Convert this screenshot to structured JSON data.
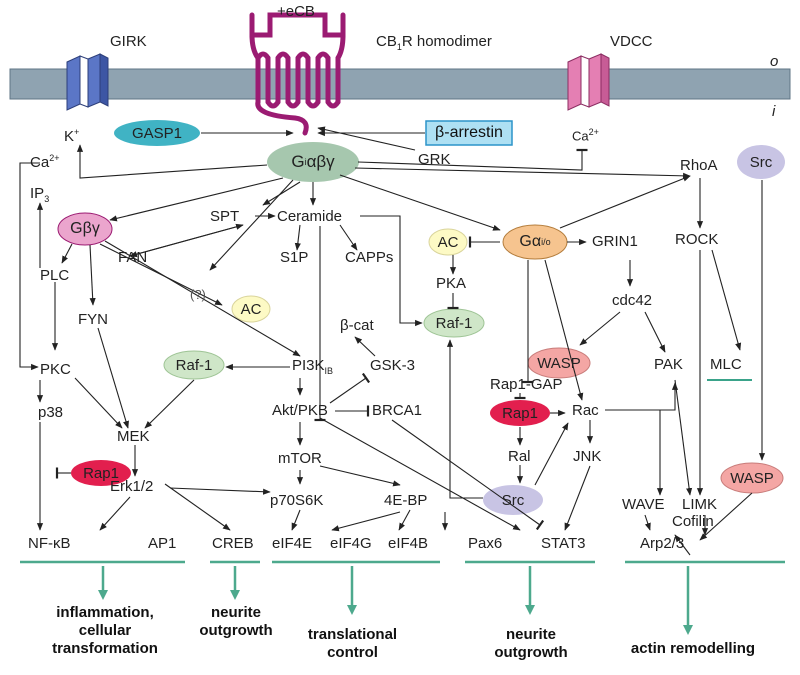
{
  "membrane": {
    "outside": "o",
    "inside": "i"
  },
  "channels": {
    "girk": "GIRK",
    "vdcc": "VDCC"
  },
  "receptor": {
    "ligand": "+eCB",
    "name_prefix": "CB",
    "name_sub": "1",
    "name_suffix": "R homodimer"
  },
  "ions": {
    "k": "K",
    "k_charge": "+",
    "ca_cell": "Ca",
    "ca_charge": "2+",
    "ca_left": "Ca",
    "ip3": "IP",
    "ip3_sub": "3"
  },
  "proteins": {
    "gasp1": "GASP1",
    "b_arrestin": "β-arrestin",
    "grk": "GRK",
    "gi_prefix": "G",
    "gi_sub": "i",
    "gi_suffix": " αβγ",
    "gbg": "Gβγ",
    "plc": "PLC",
    "pkc": "PKC",
    "p38": "p38",
    "fyn": "FYN",
    "unknown": "(?)",
    "ac_lower": "AC",
    "raf1_left": "Raf-1",
    "mek": "MEK",
    "rap1_left": "Rap1",
    "erk": "Erk1/2",
    "nfkb": "NF-κB",
    "ap1": "AP1",
    "creb": "CREB",
    "fan": "FAN",
    "spt": "SPT",
    "ceramide": "Ceramide",
    "s1p": "S1P",
    "capps": "CAPPs",
    "pi3k": "PI3K",
    "pi3k_sub": "IB",
    "akt": "Akt/PKB",
    "brca1": "BRCA1",
    "gsk3": "GSK-3",
    "bcat": "β-cat",
    "mtor": "mTOR",
    "p70": "p70S6K",
    "ebp": "4E-BP",
    "eif4e": "eIF4E",
    "eif4g": "eIF4G",
    "eif4b": "eIF4B",
    "ac_upper": "AC",
    "pka": "PKA",
    "raf1_mid": "Raf-1",
    "gai_prefix": "Gα",
    "gai_sub": "i/o",
    "grin1": "GRIN1",
    "rap1gap": "Rap1-GAP",
    "rap1_mid": "Rap1",
    "ral": "Ral",
    "src_mid": "Src",
    "rac": "Rac",
    "jnk": "JNK",
    "pax6": "Pax6",
    "stat3": "STAT3",
    "rhoa": "RhoA",
    "src_top": "Src",
    "rock": "ROCK",
    "cdc42": "cdc42",
    "wasp_mid": "WASP",
    "pak": "PAK",
    "mlc": "MLC",
    "wasp_right": "WASP",
    "wave": "WAVE",
    "limk": "LIMK",
    "cofilin": "Cofilin",
    "arp": "Arp2/3"
  },
  "outcomes": {
    "inflammation": "inflammation, cellular transformation",
    "neurite1": "neurite outgrowth",
    "translational": "translational control",
    "neurite2": "neurite outgrowth",
    "actin": "actin remodelling"
  },
  "colors": {
    "membrane": "#8fa3b1",
    "membrane_edge": "#5f7585",
    "receptor": "#9b1b72",
    "girk": "#5b76c6",
    "vdcc": "#e47fb3",
    "gasp1": "#40b3c4",
    "b_arrestin": "#aee0f3",
    "gi": "#a6c7ae",
    "gbg": "#eba5cd",
    "yellow": "#fdfac5",
    "raf1": "#cfe6c8",
    "rap1": "#e21f4e",
    "gai": "#f6c48f",
    "src": "#c8c4e4",
    "wasp": "#f4a6a4",
    "mlc_line": "#3aa38a",
    "outcome": "#4da98d"
  }
}
